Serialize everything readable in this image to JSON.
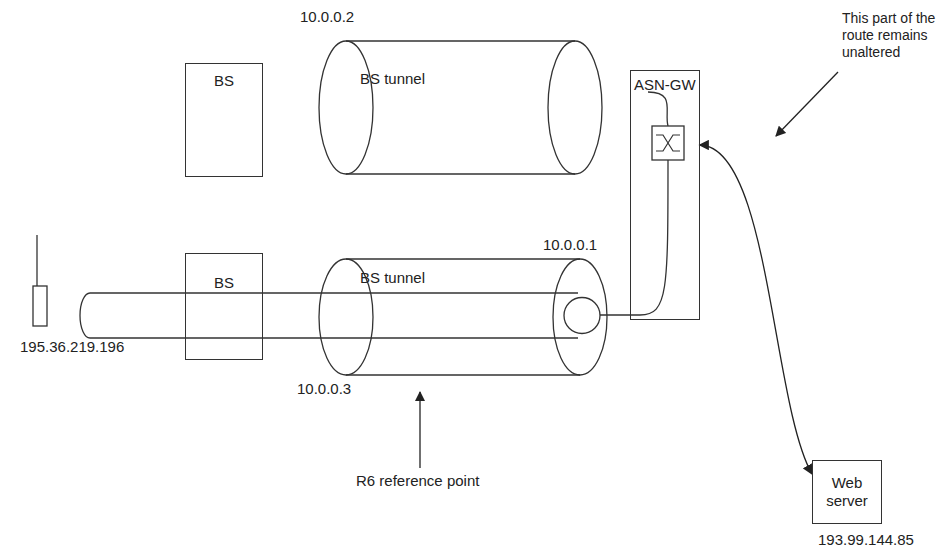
{
  "diagram": {
    "nodes": [
      {
        "text": [
          "BS"
        ]
      },
      {
        "text": [
          "BS tunnel"
        ]
      },
      {
        "text": [
          "ASN-GW"
        ]
      },
      {
        "text": [
          "BS"
        ]
      },
      {
        "text": [
          "BS tunnel"
        ]
      },
      {
        "text": [
          "Web server"
        ]
      }
    ],
    "edges": [
      {
        "from": 2,
        "to": 5,
        "arrow": "both"
      }
    ],
    "labels": [
      "10.0.0.2",
      "10.0.0.1",
      "10.0.0.3",
      "195.36.219.196",
      "193.99.144.85",
      "This part of the route remains unaltered",
      "R6 reference point"
    ]
  }
}
